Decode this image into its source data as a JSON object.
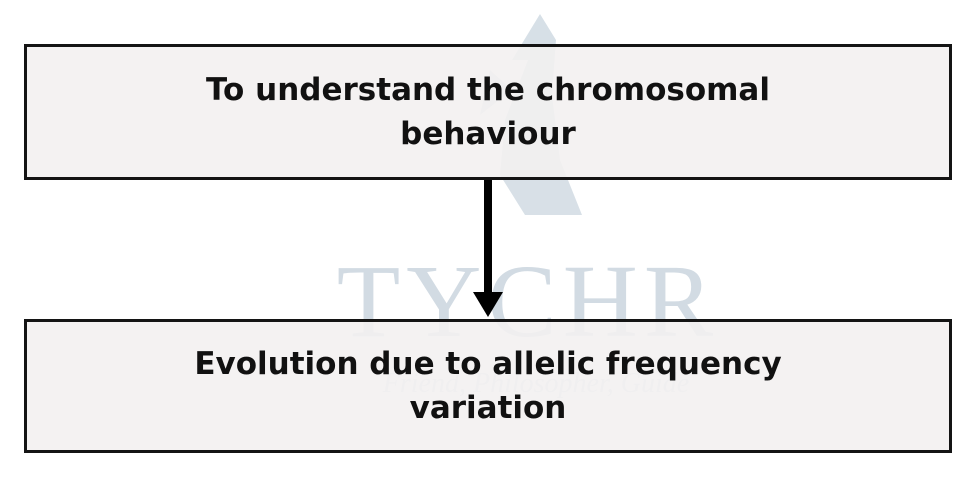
{
  "watermark": {
    "brand": "TYCHR",
    "tagline": "Friend, Philosopher, Guide",
    "color": "#d2dbe3"
  },
  "diagram": {
    "nodes": [
      {
        "id": "top",
        "text": "To understand the chromosomal behaviour"
      },
      {
        "id": "bottom",
        "text": "Evolution due to allelic frequency variation"
      }
    ],
    "edges": [
      {
        "from": "top",
        "to": "bottom",
        "style": "solid-arrow"
      }
    ],
    "box_fill": "#f3f0f0",
    "border_color": "#141414"
  }
}
